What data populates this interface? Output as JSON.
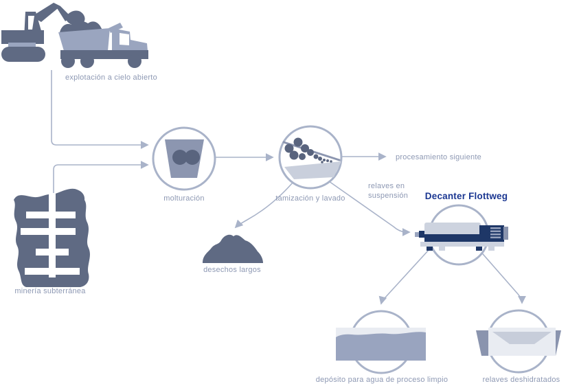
{
  "diagram": {
    "title": "Decanter Flottweg",
    "labels": {
      "open_pit": "explotación a cielo abierto",
      "underground": "minería subterránea",
      "grinding": "molturación",
      "screening": "tamización y lavado",
      "next_processing": "procesamiento siguiente",
      "coarse_waste": "desechos largos",
      "tailings_line1": "relaves en",
      "tailings_line2": "suspensión",
      "decanter": "Decanter Flottweg",
      "water_tank": "depósito para agua de proceso limpio",
      "dewatered": "relaves deshidratados"
    },
    "connections": [
      {
        "from": "explotación a cielo abierto",
        "to": "molturación"
      },
      {
        "from": "minería subterránea",
        "to": "molturación"
      },
      {
        "from": "molturación",
        "to": "tamización y lavado"
      },
      {
        "from": "tamización y lavado",
        "to": "procesamiento siguiente"
      },
      {
        "from": "tamización y lavado",
        "to": "desechos largos"
      },
      {
        "from": "tamización y lavado",
        "to": "Decanter Flottweg",
        "label": "relaves en suspensión"
      },
      {
        "from": "Decanter Flottweg",
        "to": "depósito para agua de proceso limpio"
      },
      {
        "from": "Decanter Flottweg",
        "to": "relaves deshidratados"
      }
    ],
    "colors": {
      "line_color": "#a9b3c9",
      "dark_slate": "#5f6a83",
      "mid_slate": "#8c96b0",
      "light_slate": "#9aa5bf",
      "pale_gray": "#cdd3df",
      "paler_gray": "#e9ecf2",
      "tray_gray": "#c9cfdc",
      "navy": "#1e3767",
      "brand_navy": "#1a3691",
      "text_color": "#8d98b3",
      "particle_dark": "#59647e",
      "water_blue": "#99a4bf",
      "wing_slate": "#8a94ae",
      "dip_gray": "#c7cdda"
    }
  }
}
